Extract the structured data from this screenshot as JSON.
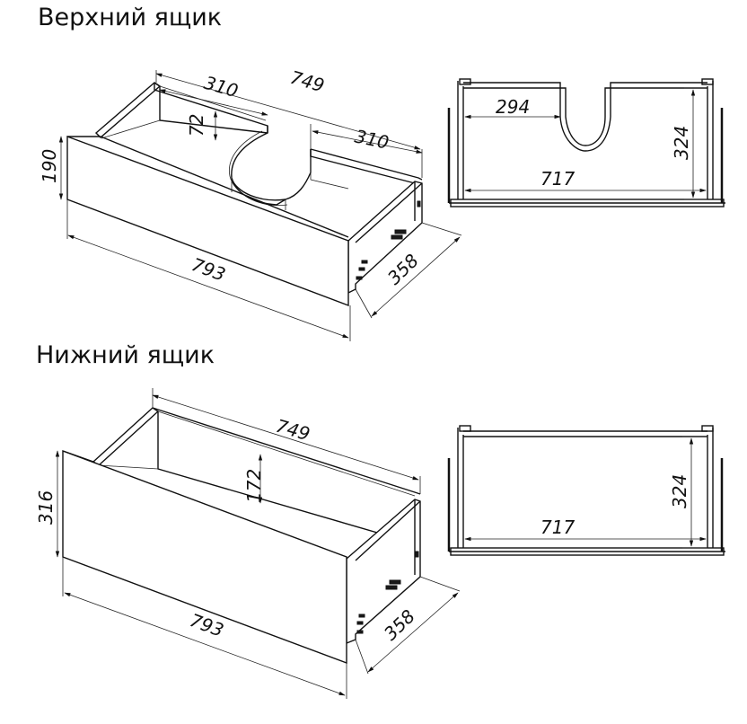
{
  "titles": {
    "top": "Верхний ящик",
    "bottom": "Нижний ящик"
  },
  "top_drawer": {
    "perspective": {
      "inner_width": "749",
      "left_part": "310",
      "right_part": "310",
      "cutout_depth": "72",
      "front_height": "190",
      "front_width": "793",
      "depth": "358"
    },
    "plan": {
      "left_to_cutout": "294",
      "inner_depth": "324",
      "inner_width": "717"
    }
  },
  "bottom_drawer": {
    "perspective": {
      "inner_width": "749",
      "inner_height": "172",
      "front_height": "316",
      "front_width": "793",
      "depth": "358"
    },
    "plan": {
      "inner_depth": "324",
      "inner_width": "717"
    }
  }
}
